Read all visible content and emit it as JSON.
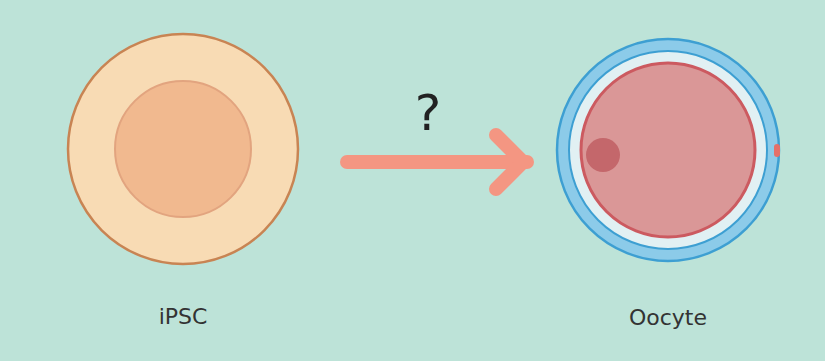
{
  "diagram": {
    "nodes": [
      {
        "text": [
          "iPSC"
        ]
      },
      {
        "text": [
          "Oocyte"
        ]
      }
    ],
    "edges": [
      {
        "from": 0,
        "to": 1,
        "label": "?",
        "arrow": "to"
      }
    ]
  }
}
